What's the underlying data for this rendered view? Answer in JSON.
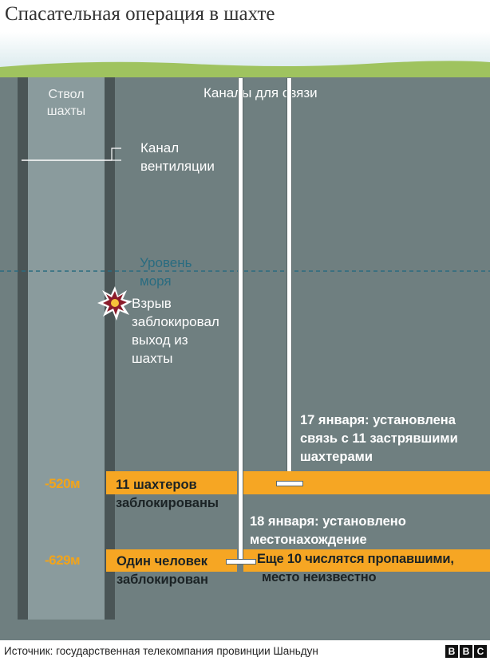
{
  "title": "Спасательная операция в шахте",
  "shaft": {
    "label_line1": "Ствол",
    "label_line2": "шахты"
  },
  "channels_label": "Каналы для связи",
  "ventilation": {
    "line1": "Канал",
    "line2": "вентиляции"
  },
  "sea_level": {
    "line1": "Уровень",
    "line2": "моря"
  },
  "explosion": {
    "line1": "Взрыв",
    "line2": "заблокировал",
    "line3": "выход из",
    "line4": "шахты"
  },
  "events": {
    "jan17": {
      "line1": "17 января: установлена",
      "line2": "связь с 11 застрявшими",
      "line3": "шахтерами"
    },
    "jan18": {
      "line1": "18 января: установлено",
      "line2": "местонахождение"
    }
  },
  "levels": [
    {
      "depth": "-520м",
      "line1": "11 шахтеров",
      "line2": "заблокированы"
    },
    {
      "depth": "-629м",
      "line1": "Один человек",
      "line2": "заблокирован"
    }
  ],
  "missing": {
    "line1": "Еще 10 числятся пропавшими,",
    "line2": "место неизвестно"
  },
  "footer": {
    "source": "Источник: государственная телекомпания провинции Шаньдун",
    "logo": [
      "B",
      "B",
      "C"
    ]
  },
  "colors": {
    "rock": "#6f7f80",
    "shaft": "#8a9b9d",
    "band": "#f6a623",
    "ground": "#9fc35f",
    "sea_line": "#2a6c80"
  }
}
